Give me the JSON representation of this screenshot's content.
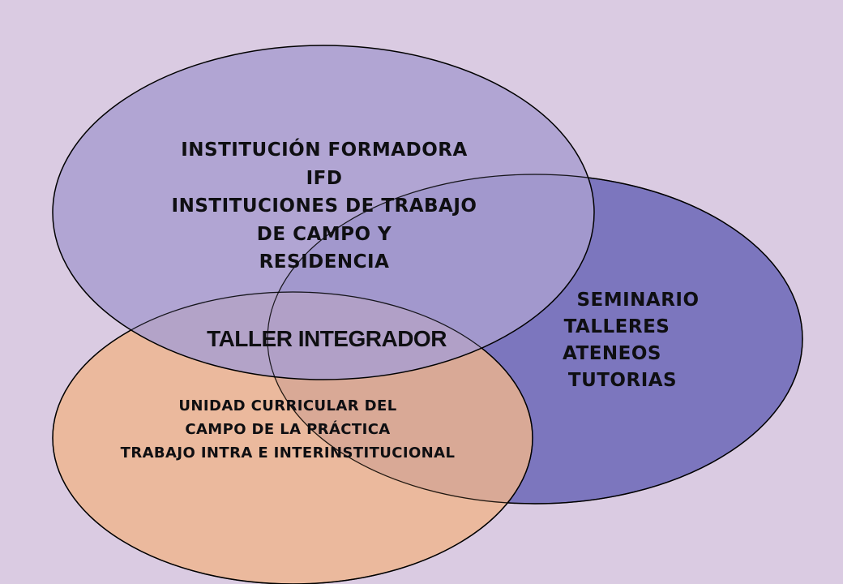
{
  "colors": {
    "background": "#dacbe2",
    "top_circle": "#a99fd0",
    "right_circle": "#7c76be",
    "bottom_circle": "#eeb48e",
    "stroke": "#000000",
    "text": "#0f0f12"
  },
  "diagram": {
    "type": "venn",
    "top_circle": {
      "lines": [
        "INSTITUCIÓN FORMADORA",
        "IFD",
        "INSTITUCIONES DE TRABAJO",
        "DE CAMPO  Y",
        "RESIDENCIA"
      ]
    },
    "right_circle": {
      "lines": [
        "SEMINARIO",
        "TALLERES",
        "ATENEOS",
        "TUTORIAS"
      ]
    },
    "bottom_circle": {
      "lines": [
        "UNIDAD CURRICULAR DEL",
        "CAMPO DE LA PRÁCTICA",
        "TRABAJO INTRA E INTERINSTITUCIONAL"
      ]
    },
    "center_label": "TALLER INTEGRADOR"
  }
}
